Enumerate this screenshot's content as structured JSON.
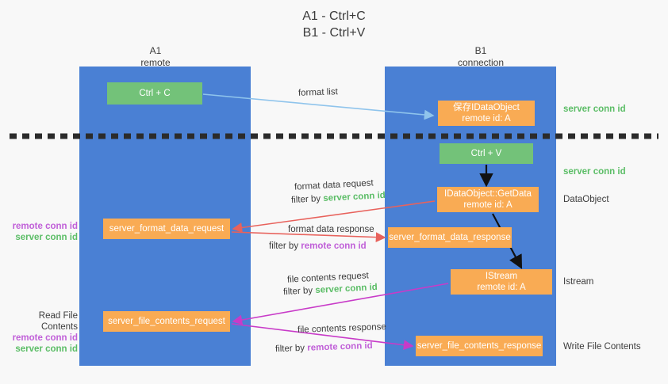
{
  "title": {
    "line1": "A1 - Ctrl+C",
    "line2": "B1 - Ctrl+V"
  },
  "columns": {
    "left": {
      "name": "A1",
      "role": "remote"
    },
    "right": {
      "name": "B1",
      "role": "connection"
    }
  },
  "boxes": {
    "ctrl_c": {
      "label": "Ctrl + C",
      "color": "#73c279"
    },
    "save_idataobject": {
      "line1": "保存IDataObject",
      "line2": "remote id: A",
      "color": "#f9ab54"
    },
    "ctrl_v": {
      "label": "Ctrl + V",
      "color": "#73c279"
    },
    "getdata": {
      "line1": "IDataObject::GetData",
      "line2": "remote id: A",
      "color": "#f9ab54"
    },
    "format_data_request": {
      "label": "server_format_data_request",
      "color": "#f9ab54"
    },
    "format_data_response": {
      "label": "server_format_data_response",
      "color": "#f9ab54"
    },
    "istream": {
      "line1": "IStream",
      "line2": "remote id: A",
      "color": "#f9ab54"
    },
    "file_contents_request": {
      "label": "server_file_contents_request",
      "color": "#f9ab54"
    },
    "file_contents_response": {
      "label": "server_file_contents_response",
      "color": "#f9ab54"
    }
  },
  "arrow_captions": {
    "format_list": "format list",
    "format_data_request": "format data request",
    "filter_by_prefix": "filter by",
    "server_conn_id": "server conn id",
    "remote_conn_id": "remote conn id",
    "format_data_response": "format data response",
    "file_contents_request": "file contents request",
    "file_contents_response": "file contents response"
  },
  "side_labels": {
    "server_conn_id_top": "server conn id",
    "server_conn_id_mid": "server conn id",
    "data_object": "DataObject",
    "istream": "Istream",
    "write_file_contents": "Write File Contents",
    "read_file_contents": "Read File Contents",
    "remote_conn_id": "remote conn id",
    "server_conn_id": "server conn id"
  },
  "colors": {
    "lane_blue": "#4a80d4",
    "box_green": "#73c279",
    "box_orange": "#f9ab54",
    "green_text": "#5bbd66",
    "purple_text": "#c05fd8",
    "red_arrow": "#e8625c",
    "magenta_arrow": "#c83bc8",
    "light_blue_arrow": "#8fc4ec",
    "dashed_line": "#2b2b2b",
    "background": "#f8f8f8"
  }
}
